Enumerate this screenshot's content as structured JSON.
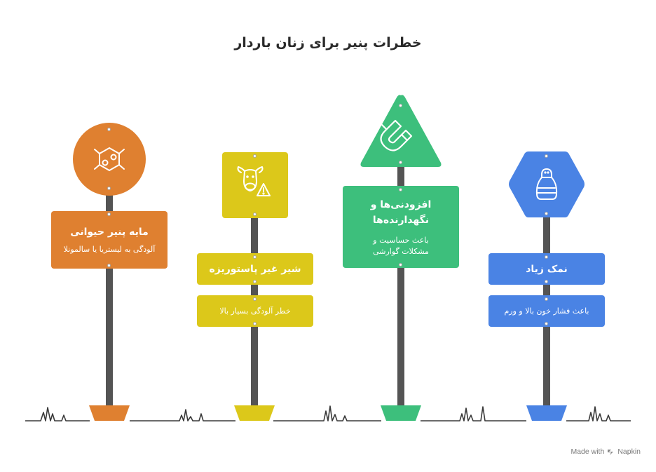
{
  "title": "خطرات پنیر برای زنان باردار",
  "colors": {
    "orange": "#df8030",
    "yellow": "#dcc81a",
    "green": "#3dbf7c",
    "blue": "#4a83e4",
    "pole": "#545454",
    "ground": "#3a3a3a"
  },
  "signs": [
    {
      "title": "مایه پنیر حیوانی",
      "desc": "آلودگی به لیستریا یا سالمونلا",
      "icon": "molecule-icon",
      "shape": "circle"
    },
    {
      "title": "شیر غیر پاستوریزه",
      "desc": "خطر آلودگی بسیار بالا",
      "icon": "cow-warning-icon",
      "shape": "square"
    },
    {
      "title": "افزودنی‌ها و نگهدارنده‌ها",
      "desc": "باعث حساسیت و مشکلات گوارشی",
      "icon": "magnet-icon",
      "shape": "triangle"
    },
    {
      "title": "نمک زیاد",
      "desc": "باعث فشار خون بالا و ورم",
      "icon": "salt-shaker-icon",
      "shape": "hexagon"
    }
  ],
  "footer": {
    "prefix": "Made with",
    "brand": "Napkin"
  }
}
